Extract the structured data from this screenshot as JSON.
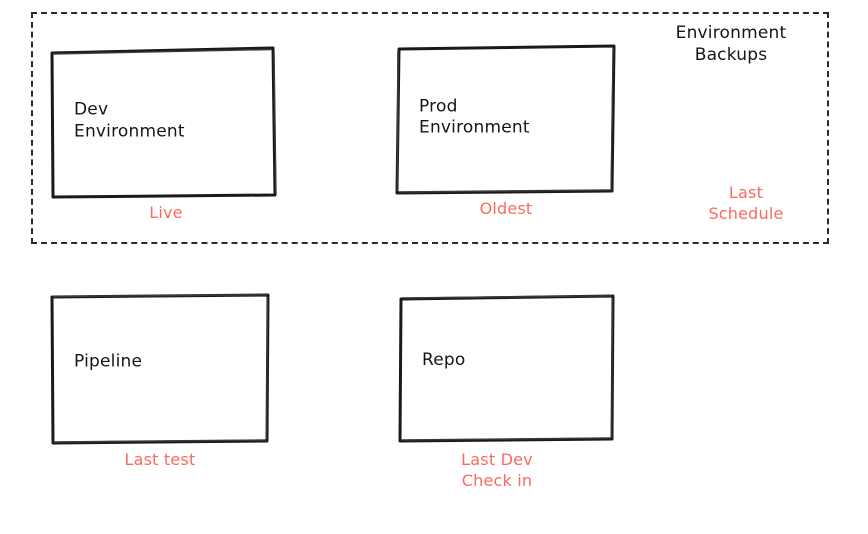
{
  "diagram": {
    "title": "Environment Backups",
    "style": "hand-drawn sketch",
    "background_color": "#ffffff",
    "ink_color": "#2b2b2b",
    "accent_color": "#fa6a5f"
  },
  "group": {
    "name": "environment-backups-group",
    "title": "Environment\nBackups",
    "border_style": "dashed",
    "note": "Last\nSchedule"
  },
  "nodes": [
    {
      "id": "dev-environment",
      "label": "Dev\nEnvironment",
      "annotation": "Live",
      "in_group": true
    },
    {
      "id": "prod-environment",
      "label": "Prod\nEnvironment",
      "annotation": "Oldest",
      "in_group": true
    },
    {
      "id": "pipeline",
      "label": "Pipeline",
      "annotation": "Last test",
      "in_group": false
    },
    {
      "id": "repo",
      "label": "Repo",
      "annotation": "Last Dev\nCheck in",
      "in_group": false
    }
  ]
}
